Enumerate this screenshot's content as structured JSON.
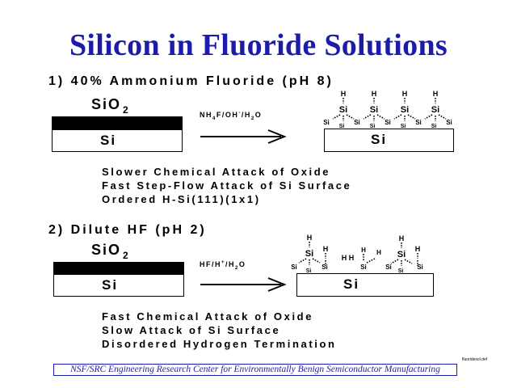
{
  "title": "Silicon in Fluoride Solutions",
  "section1": {
    "heading": "1) 40% Ammonium Fluoride (pH 8)",
    "oxide": "SiO",
    "oxide_sub": "2",
    "substrate": "Si",
    "reagent": {
      "a": "NH",
      "a_sub": "4",
      "b": "F/OH",
      "b_sup": "-",
      "c": "/H",
      "c_sub": "2",
      "d": "O"
    },
    "surface_substrate": "Si",
    "lines": [
      "Slower Chemical Attack of Oxide",
      "Fast Step-Flow Attack of Si Surface",
      "Ordered H-Si(111)(1x1)"
    ]
  },
  "section2": {
    "heading": "2) Dilute HF (pH 2)",
    "oxide": "SiO",
    "oxide_sub": "2",
    "substrate": "Si",
    "reagent": {
      "a": "HF/H",
      "a_sup": "+",
      "b": "/H",
      "b_sub": "2",
      "c": "O"
    },
    "surface_substrate": "Si",
    "lines": [
      "Fast Chemical Attack of Oxide",
      "Slow Attack of Si Surface",
      "Disordered Hydrogen Termination"
    ]
  },
  "atoms": {
    "si": "Si",
    "h": "H"
  },
  "footer": "NSF/SRC Engineering Research Center for Environmentally Benign Semiconductor Manufacturing",
  "file_name": "fluoridesol.def",
  "colors": {
    "title": "#1c1ca8",
    "footer": "#1c1ca8"
  }
}
